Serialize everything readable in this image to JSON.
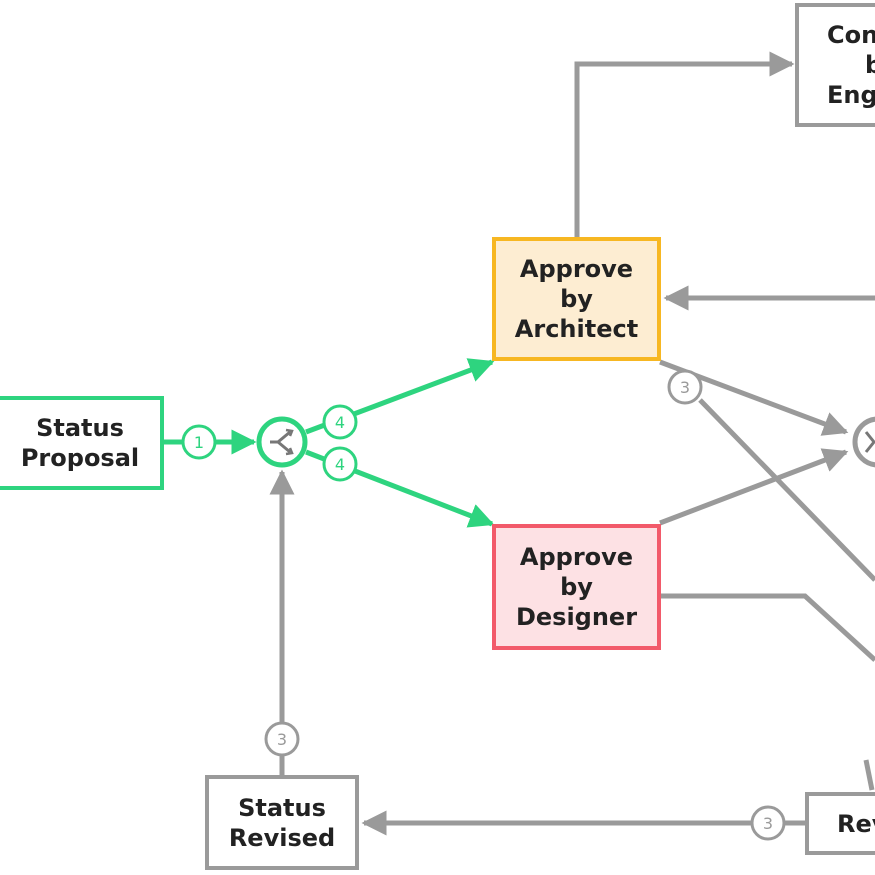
{
  "nodes": {
    "status_proposal": {
      "lines": [
        "Status",
        "Proposal"
      ]
    },
    "approve_architect": {
      "lines": [
        "Approve",
        "by",
        "Architect"
      ]
    },
    "approve_designer": {
      "lines": [
        "Approve",
        "by",
        "Designer"
      ]
    },
    "status_revised": {
      "lines": [
        "Status",
        "Revised"
      ]
    },
    "confirm_engineer": {
      "lines": [
        "Con",
        "b",
        "Engi"
      ]
    },
    "review": {
      "lines": [
        "Rev"
      ]
    }
  },
  "badges": {
    "b1": "1",
    "b4_upper": "4",
    "b4_lower": "4",
    "b3_architect": "3",
    "b3_revised": "3",
    "b3_review": "3"
  },
  "colors": {
    "green": "#2ed47f",
    "gray": "#9a9a9a",
    "orange_border": "#f7b722",
    "orange_fill": "#fdedd2",
    "red_border": "#f25a6a",
    "red_fill": "#fde1e4"
  },
  "icons": {
    "split_gateway": "fork-split-icon",
    "merge_gateway": "merge-gateway-icon"
  }
}
